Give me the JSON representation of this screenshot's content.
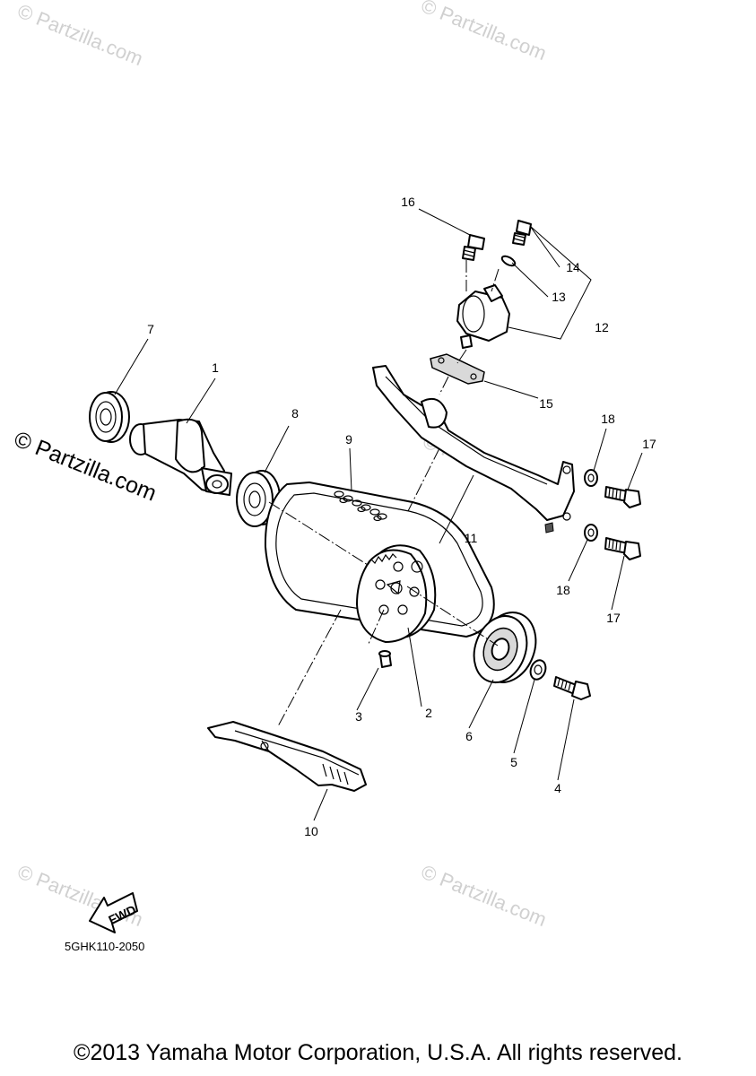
{
  "callouts": {
    "p1": "1",
    "p2": "2",
    "p3": "3",
    "p4": "4",
    "p5": "5",
    "p6": "6",
    "p7": "7",
    "p8": "8",
    "p9": "9",
    "p10": "10",
    "p11": "11",
    "p12": "12",
    "p13": "13",
    "p14": "14",
    "p15": "15",
    "p16": "16",
    "p17a": "17",
    "p17b": "17",
    "p18a": "18",
    "p18b": "18"
  },
  "watermark": {
    "small": "© Partzilla.com",
    "large": "© Partzilla.com"
  },
  "fwd_label": "FWD",
  "diagram_code": "5GHK110-2050",
  "copyright": "©2013 Yamaha Motor Corporation, U.S.A. All rights reserved."
}
